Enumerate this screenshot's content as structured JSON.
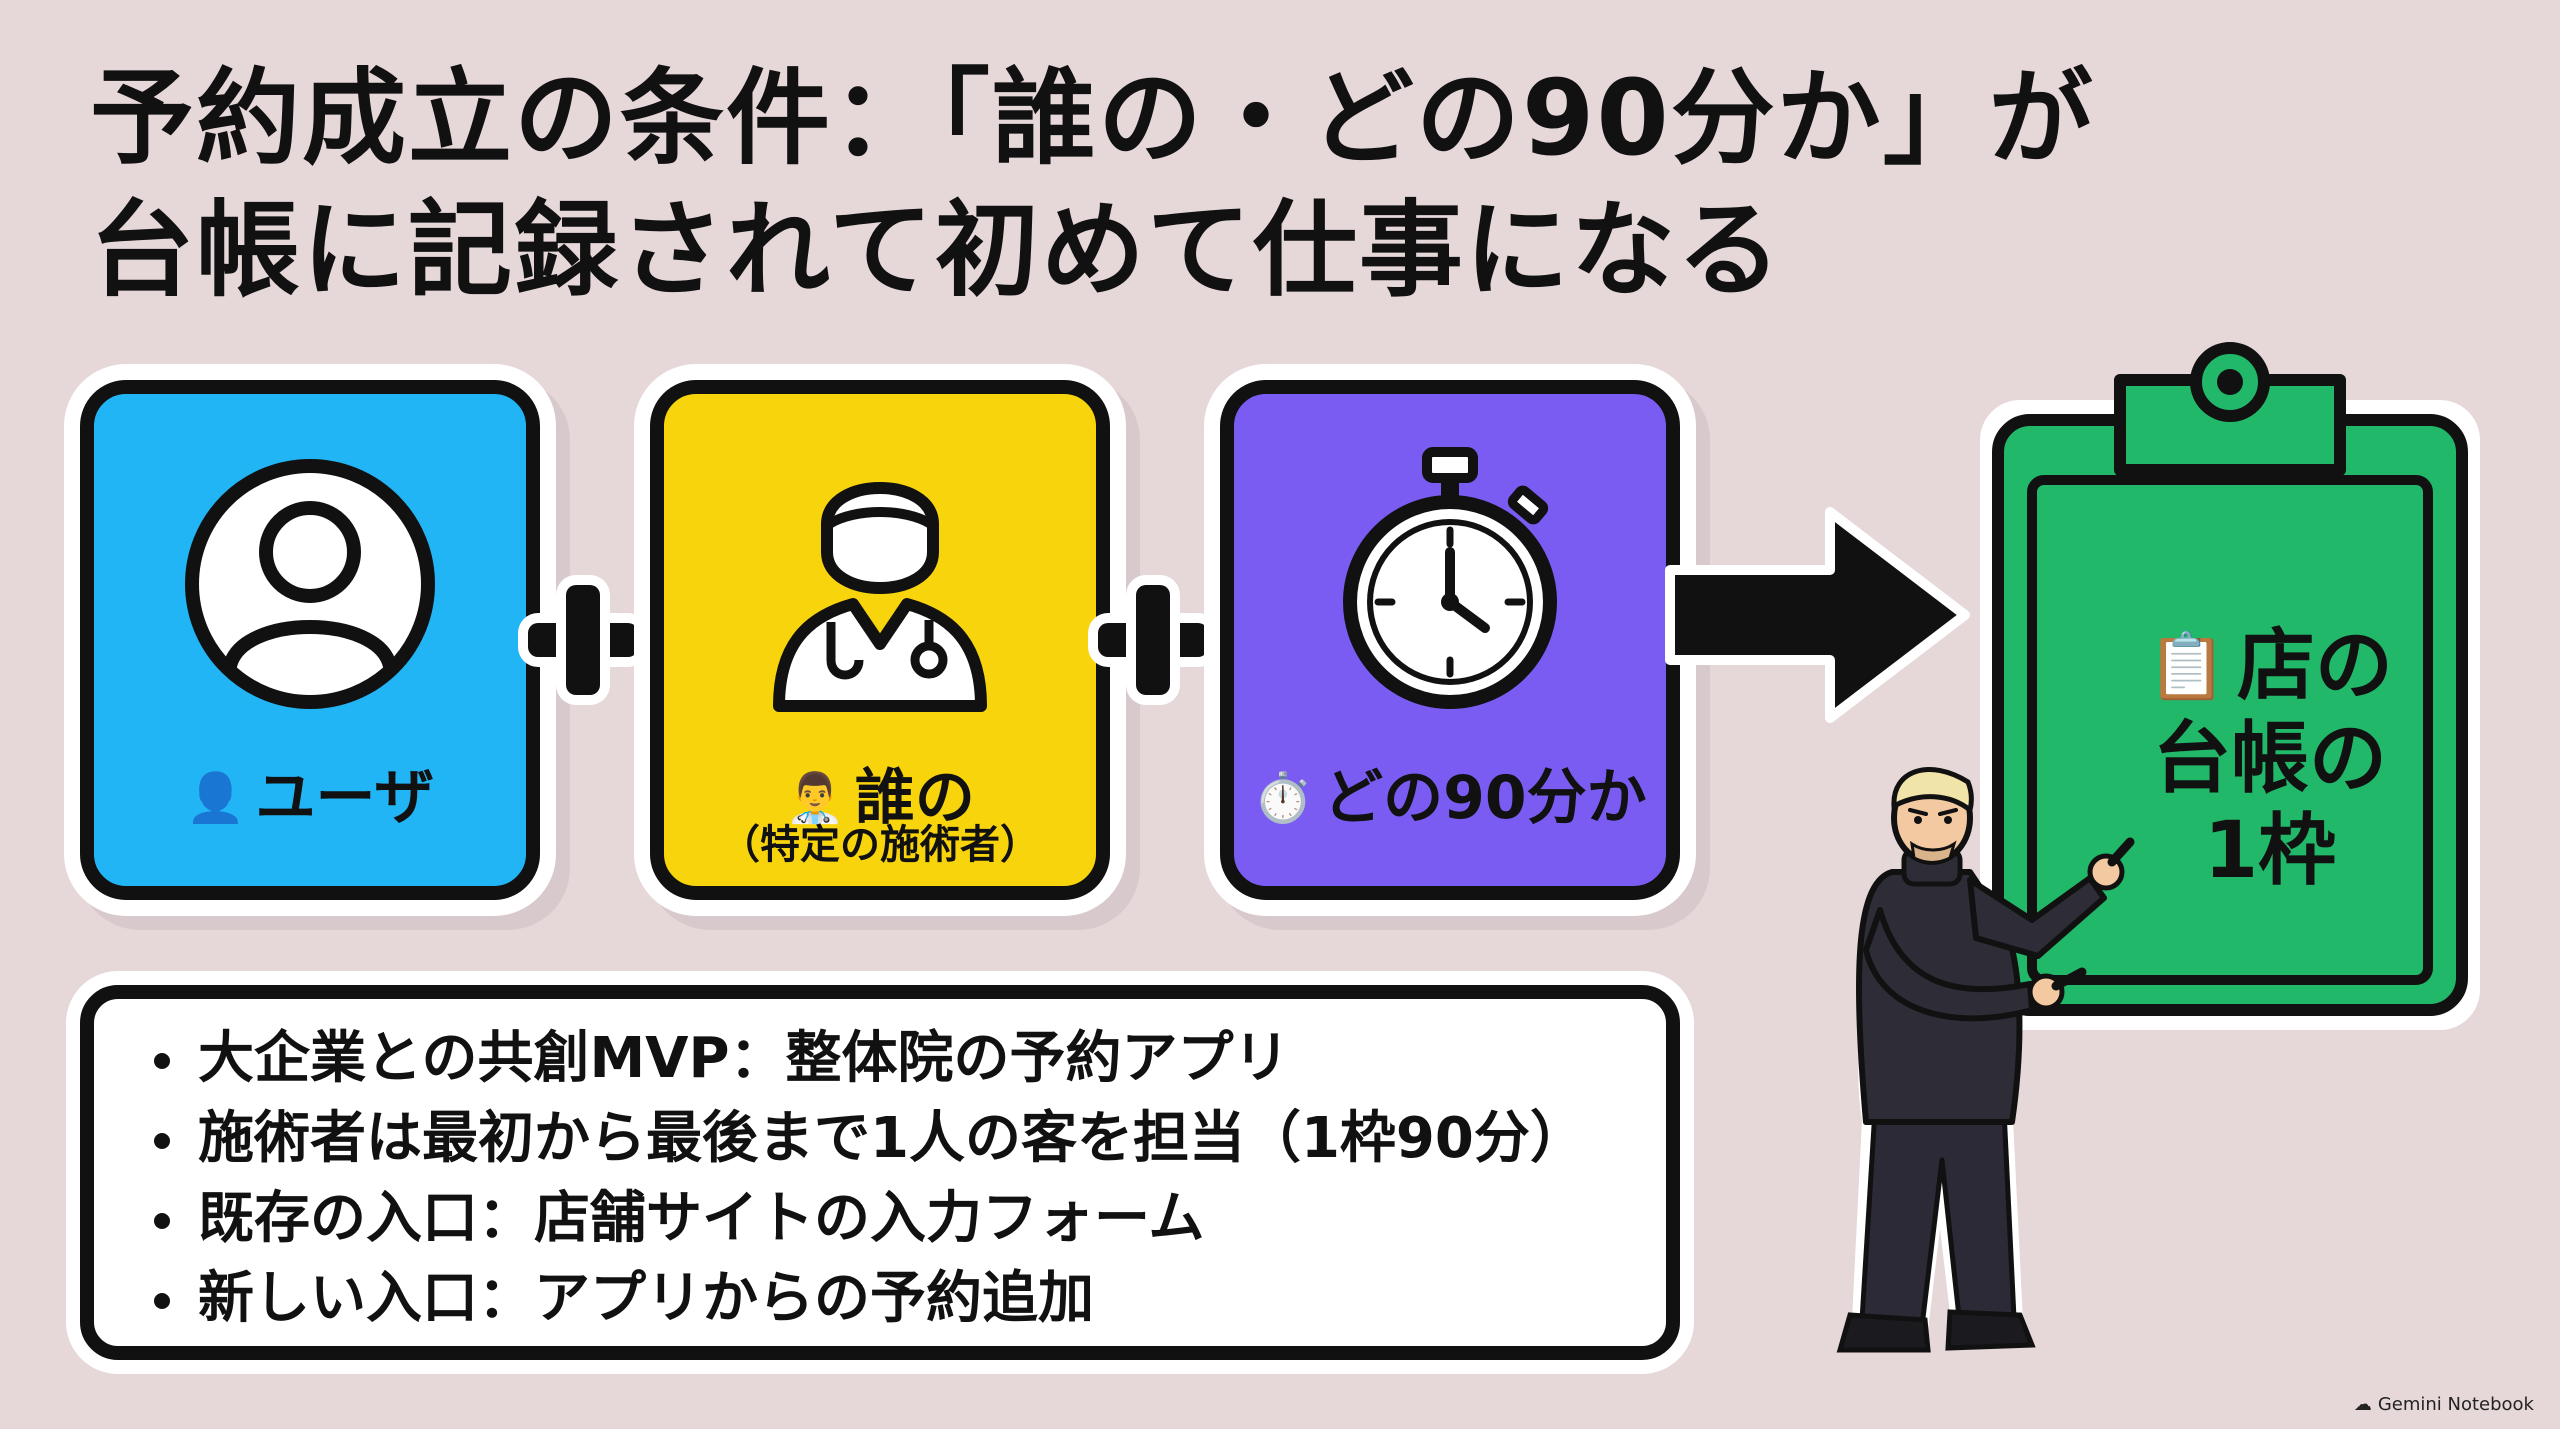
{
  "title": {
    "line1": "予約成立の条件：「誰の・どの90分か」が",
    "line2": "台帳に記録されて初めて仕事になる"
  },
  "cards": {
    "user": {
      "emoji": "👤",
      "label": "ユーザ"
    },
    "staff": {
      "emoji": "👨‍⚕️",
      "label": "誰の",
      "sublabel": "（特定の施術者）"
    },
    "time": {
      "emoji": "⏱️",
      "label": "どの90分か"
    }
  },
  "ledger": {
    "emoji": "📋",
    "line1": "店の",
    "line2": "台帳の",
    "line3": "1枠"
  },
  "bullets": [
    "大企業との共創MVP：整体院の予約アプリ",
    "施術者は最初から最後まで1人の客を担当（1枠90分）",
    "既存の入口：店舗サイトの入力フォーム",
    "新しい入口：アプリからの予約追加"
  ],
  "footer": {
    "text": "Gemini Notebook"
  },
  "colors": {
    "background": "#e6d7d9",
    "user_card": "#22b5f5",
    "staff_card": "#f8d40d",
    "time_card": "#7a5cf3",
    "ledger": "#22b86a"
  },
  "icons": [
    "user-icon",
    "doctor-icon",
    "stopwatch-icon",
    "plus-icon",
    "arrow-right-icon",
    "clipboard-icon",
    "presenter-figure"
  ]
}
